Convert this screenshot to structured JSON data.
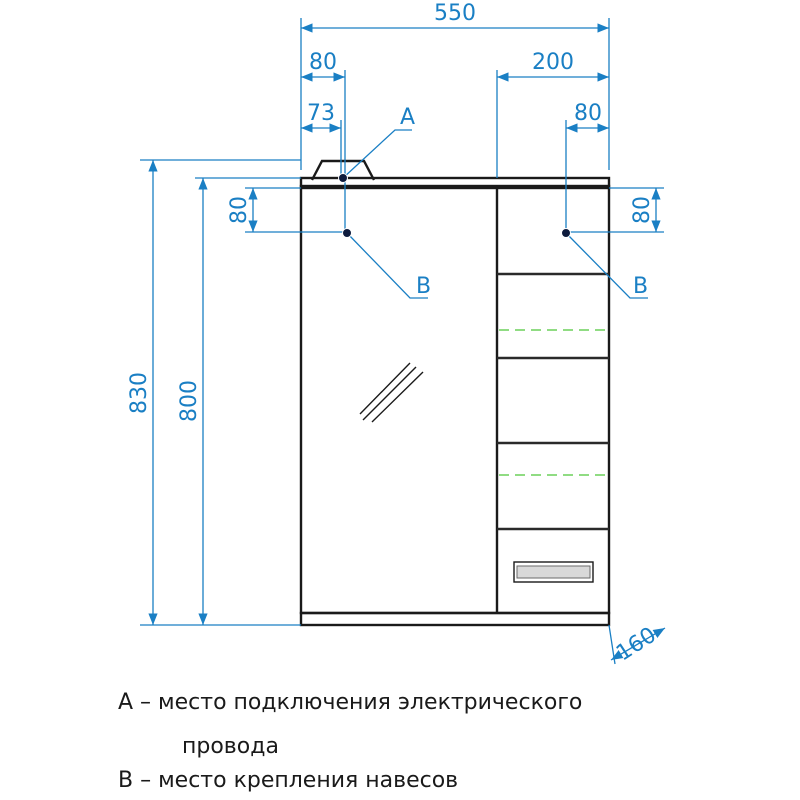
{
  "dimensions": {
    "overall_width": "550",
    "left_offset": "80",
    "left_offset_inner": "73",
    "right_section_width": "200",
    "right_offset": "80",
    "drop_left": "80",
    "drop_right": "80",
    "total_height": "830",
    "body_height": "800",
    "depth": "160"
  },
  "markers": {
    "a": "A",
    "b_left": "B",
    "b_right": "B"
  },
  "legend": {
    "line1": "А – место подключения электрического",
    "line2": "провода",
    "line3": "В – место крепления навесов"
  },
  "colors": {
    "dimension": "#1a7fc4",
    "outline": "#1a1a1a",
    "glass_shelf": "#6bd05a"
  }
}
